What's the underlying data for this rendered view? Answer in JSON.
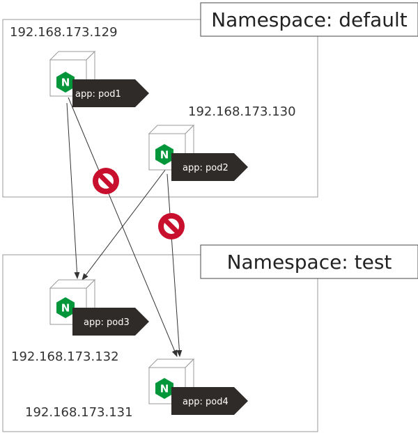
{
  "namespaces": [
    {
      "id": "default",
      "title": "Namespace: default"
    },
    {
      "id": "test",
      "title": "Namespace: test"
    }
  ],
  "pods": [
    {
      "id": "pod1",
      "label": "app: pod1",
      "ip": "192.168.173.129",
      "namespace": "default",
      "icon": "nginx-icon"
    },
    {
      "id": "pod2",
      "label": "app: pod2",
      "ip": "192.168.173.130",
      "namespace": "default",
      "icon": "nginx-icon"
    },
    {
      "id": "pod3",
      "label": "app: pod3",
      "ip": "192.168.173.132",
      "namespace": "test",
      "icon": "nginx-icon"
    },
    {
      "id": "pod4",
      "label": "app: pod4",
      "ip": "192.168.173.131",
      "namespace": "test",
      "icon": "nginx-icon"
    }
  ],
  "icon_letter": "N",
  "connections": [
    {
      "from": "pod1",
      "to": "pod3",
      "blocked": false
    },
    {
      "from": "pod1",
      "to": "pod4",
      "blocked": true
    },
    {
      "from": "pod2",
      "to": "pod3",
      "blocked": false
    },
    {
      "from": "pod2",
      "to": "pod4",
      "blocked": true
    }
  ],
  "colors": {
    "nginx_green": "#009639",
    "label_bg": "#2f2b28",
    "blocked_red": "#c8102e",
    "border": "#999999"
  }
}
